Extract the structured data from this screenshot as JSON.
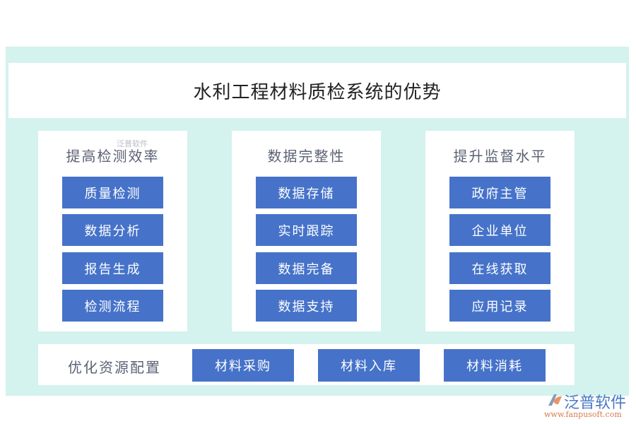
{
  "title": "水利工程材料质检系统的优势",
  "cards": [
    {
      "heading": "提高检测效率",
      "items": [
        "质量检测",
        "数据分析",
        "报告生成",
        "检测流程"
      ]
    },
    {
      "heading": "数据完整性",
      "items": [
        "数据存储",
        "实时跟踪",
        "数据完备",
        "数据支持"
      ]
    },
    {
      "heading": "提升监督水平",
      "items": [
        "政府主管",
        "企业单位",
        "在线获取",
        "应用记录"
      ]
    }
  ],
  "bottom": {
    "label": "优化资源配置",
    "items": [
      "材料采购",
      "材料入库",
      "材料消耗"
    ]
  },
  "watermark": "泛普软件",
  "logo": {
    "name": "泛普软件",
    "url": "www.fanpusoft.com"
  },
  "colors": {
    "background": "#d4f2ee",
    "box": "#4673c9"
  }
}
